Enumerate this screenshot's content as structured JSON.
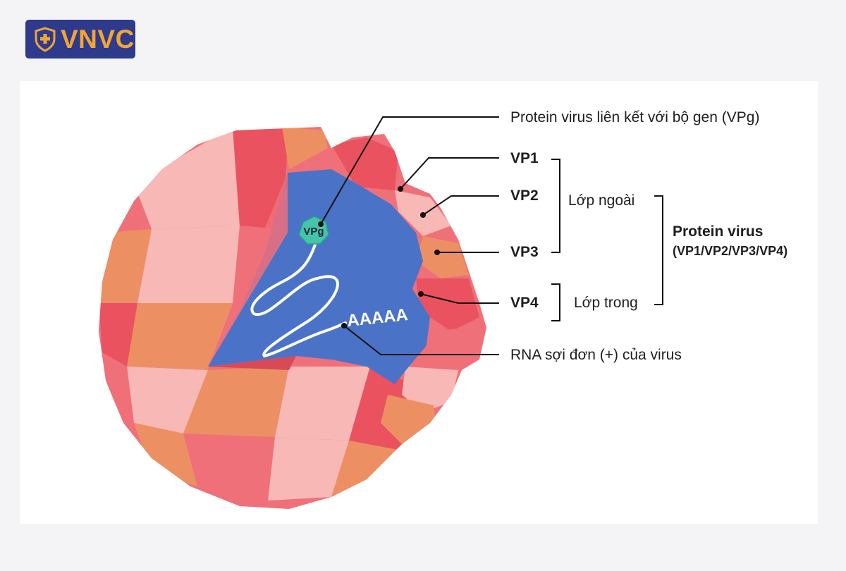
{
  "brand": {
    "name": "VNVC",
    "bg_color": "#2e3a8c",
    "text_color": "#f2a533"
  },
  "labels": {
    "vpg_callout": "Protein virus liên kết với bộ gen (VPg)",
    "vpg_badge": "VPg",
    "vp1": "VP1",
    "vp2": "VP2",
    "vp3": "VP3",
    "vp4": "VP4",
    "outer_layer": "Lớp ngoài",
    "inner_layer": "Lớp trong",
    "protein_title": "Protein virus",
    "protein_list": "(VP1/VP2/VP3/VP4)",
    "poly_a": "AAAAA",
    "rna": "RNA sợi đơn (+) của virus"
  },
  "colors": {
    "capsid_pink": "#f0707a",
    "capsid_light": "#f7b8b6",
    "capsid_orange": "#ec9064",
    "capsid_red": "#ea5260",
    "interior_blue": "#4a73c8",
    "vpg_teal": "#45c4ac"
  }
}
